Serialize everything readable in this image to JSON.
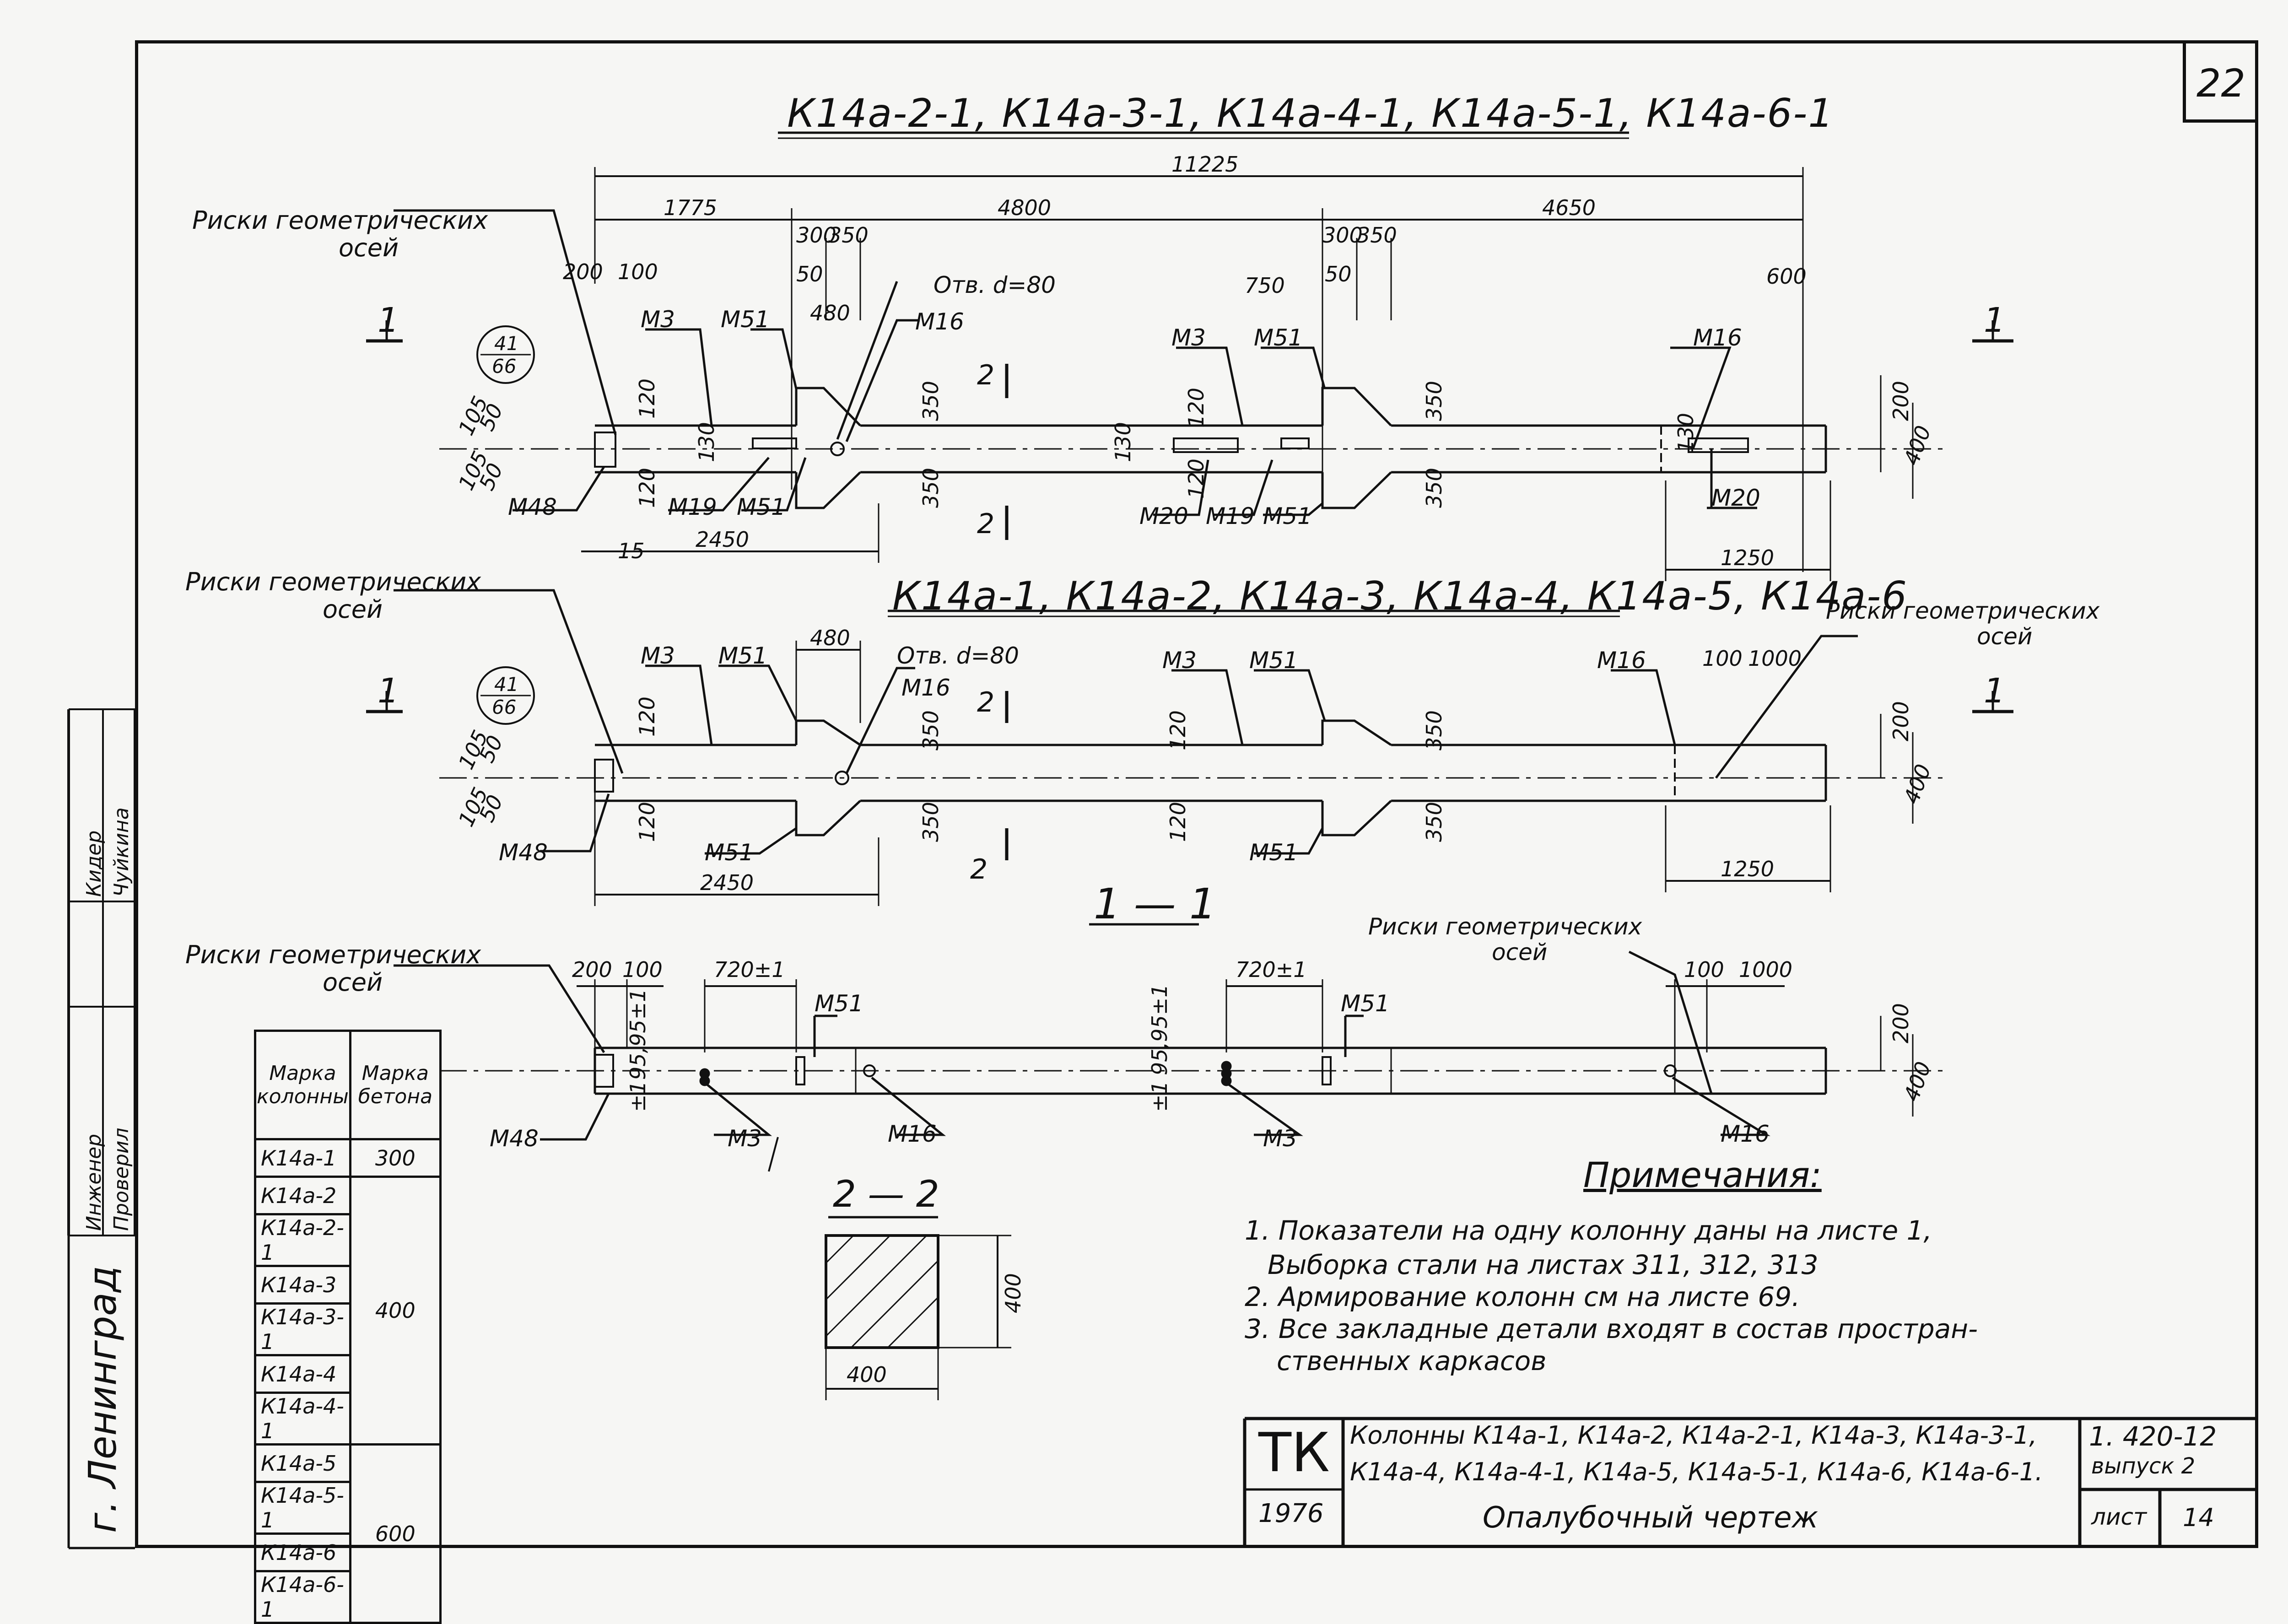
{
  "sheet_number": "22",
  "titles": {
    "top": "К14а-2-1, К14а-3-1, К14а-4-1, К14а-5-1, К14а-6-1",
    "middle": "К14а-1, К14а-2, К14а-3, К14а-4, К14а-5, К14а-6",
    "section_1_1": "1 — 1",
    "section_2_2": "2 — 2"
  },
  "labels": {
    "risks_line1": "Риски геометрических",
    "risks_line2": "осей",
    "otv": "Отв. d=80",
    "m3": "М3",
    "m51": "М51",
    "m16": "М16",
    "m48": "М48",
    "m19": "М19",
    "m20": "М20",
    "cut1": "1",
    "cut2": "2",
    "ref_top": "41",
    "ref_bottom": "66"
  },
  "dims": {
    "overall": "11225",
    "d1775": "1775",
    "d4800": "4800",
    "d4650": "4650",
    "d300": "300",
    "d350": "350",
    "d200": "200",
    "d100": "100",
    "d50": "50",
    "d480": "480",
    "d750": "750",
    "d600": "600",
    "d105": "105",
    "d120": "120",
    "d130": "130",
    "d15": "15",
    "d2450": "2450",
    "d1250": "1250",
    "d400": "400",
    "d1000": "1000",
    "d720": "720±1",
    "d9595": "95,95±1",
    "d_pm1": "±1"
  },
  "grade_table": {
    "header_col1": "Марка колонны",
    "header_col2": "Марка бетона",
    "rows": [
      "К14а-1",
      "К14а-2",
      "К14а-2-1",
      "К14а-3",
      "К14а-3-1",
      "К14а-4",
      "К14а-4-1",
      "К14а-5",
      "К14а-5-1",
      "К14а-6",
      "К14а-6-1"
    ],
    "grades": [
      "300",
      "400",
      "600"
    ]
  },
  "notes": {
    "title": "Примечания:",
    "items": [
      "1. Показатели на одну колонну даны на листе 1,",
      "Выборка стали на листах 311, 312, 313",
      "2. Армирование колонн см на листе 69.",
      "3. Все закладные детали входят в состав простран-",
      "ственных каркасов"
    ]
  },
  "stamp": {
    "org": "ТК",
    "year": "1976",
    "title_line1": "Колонны К14а-1, К14а-2, К14а-2-1, К14а-3, К14а-3-1,",
    "title_line2": "К14а-4, К14а-4-1, К14а-5, К14а-5-1, К14а-6, К14а-6-1.",
    "title_line3": "Опалубочный чертеж",
    "series": "1. 420-12",
    "issue": "выпуск 2",
    "list_label": "лист",
    "list_number": "14"
  },
  "side_stamp": {
    "city": "г. Ленинград",
    "role1": "Инженер",
    "role2": "Проверил",
    "name1": "Кидер",
    "name2": "Чуйкина"
  }
}
